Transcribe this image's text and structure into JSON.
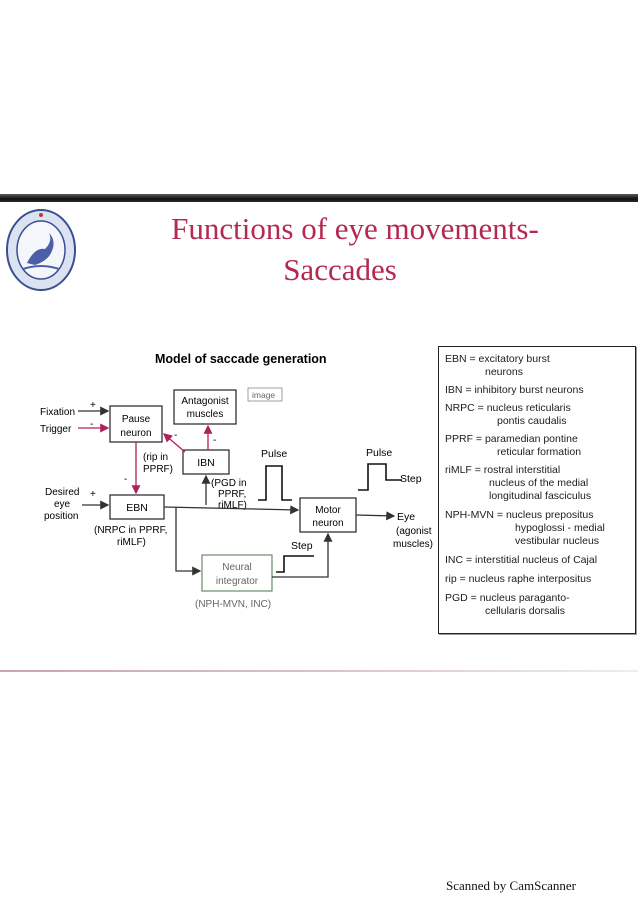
{
  "slide": {
    "title_line1": "Functions of eye movements-",
    "title_line2": "Saccades"
  },
  "diagram": {
    "heading": "Model of saccade generation",
    "image_tag": "image",
    "inputs": {
      "fixation": "Fixation",
      "trigger": "Trigger",
      "desired_line1": "Desired",
      "desired_line2": "eye",
      "desired_line3": "position"
    },
    "signs": {
      "fixation_sign": "+",
      "trigger_sign": "-",
      "desired_sign": "+",
      "ebn_from_pause": "-",
      "ibn_to_pause": "-",
      "ibn_antag": "-"
    },
    "blocks": {
      "pause_line1": "Pause",
      "pause_line2": "neuron",
      "antagonist_line1": "Antagonist",
      "antagonist_line2": "muscles",
      "ibn": "IBN",
      "ebn": "EBN",
      "motor_line1": "Motor",
      "motor_line2": "neuron",
      "neural_line1": "Neural",
      "neural_line2": "integrator"
    },
    "notes": {
      "rip_line1": "(rip in",
      "rip_line2": "PPRF)",
      "pgd_line1": "(PGD in",
      "pgd_line2": "PPRF,",
      "pgd_line3": "riMLF)",
      "ebn_line1": "(NRPC in PPRF,",
      "ebn_line2": "riMLF)",
      "neural_note": "(NPH-MVN, INC)",
      "eye": "Eye",
      "agonist_line1": "(agonist",
      "agonist_line2": "muscles)"
    },
    "signals": {
      "pulse1": "Pulse",
      "pulse2": "Pulse",
      "step_out": "Step",
      "step_mid": "Step"
    },
    "colors": {
      "trigger_arrow": "#b0205a",
      "ebn_arrow": "#b0205a",
      "neural_box": "#6a8a6a"
    }
  },
  "legend": {
    "entries": [
      {
        "line1": "EBN = excitatory burst",
        "line2": "neurons"
      },
      {
        "line1": "IBN = inhibitory burst neurons"
      },
      {
        "line1": "NRPC = nucleus reticularis",
        "line2": "pontis caudalis"
      },
      {
        "line1": "PPRF = paramedian pontine",
        "line2": "reticular formation"
      },
      {
        "line1": "riMLF = rostral interstitial",
        "line2": "nucleus of the medial",
        "line3": "longitudinal fasciculus"
      },
      {
        "line1": "NPH-MVN = nucleus prepositus",
        "line2": "hypoglossi - medial",
        "line3": "vestibular nucleus"
      },
      {
        "line1": "INC = interstitial nucleus of Cajal"
      },
      {
        "line1": "rip = nucleus raphe interpositus"
      },
      {
        "line1": "PGD = nucleus paraganto-",
        "line2": "cellularis dorsalis"
      }
    ]
  },
  "footer": {
    "scanner": "Scanned by CamScanner"
  }
}
